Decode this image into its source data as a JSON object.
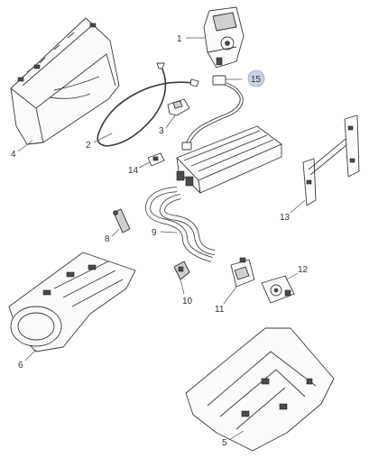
{
  "diagram": {
    "callouts": [
      {
        "id": "c1",
        "label": "1"
      },
      {
        "id": "c2",
        "label": "2"
      },
      {
        "id": "c3",
        "label": "3"
      },
      {
        "id": "c4",
        "label": "4"
      },
      {
        "id": "c5",
        "label": "5"
      },
      {
        "id": "c6",
        "label": "6"
      },
      {
        "id": "c8",
        "label": "8"
      },
      {
        "id": "c9",
        "label": "9"
      },
      {
        "id": "c10",
        "label": "10"
      },
      {
        "id": "c11",
        "label": "11"
      },
      {
        "id": "c12",
        "label": "12"
      },
      {
        "id": "c13",
        "label": "13"
      },
      {
        "id": "c14",
        "label": "14"
      },
      {
        "id": "c15",
        "label": "15"
      }
    ],
    "highlight_color": "#c9d3e6",
    "line_color": "#3a3a3a"
  }
}
